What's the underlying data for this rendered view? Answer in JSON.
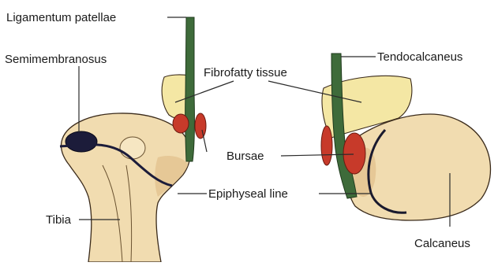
{
  "figure": {
    "labels": {
      "ligamentum_patellae": "Ligamentum patellae",
      "semimembranosus": "Semimembranosus",
      "fibrofatty_tissue": "Fibrofatty tissue",
      "tendocalcaneus": "Tendocalcaneus",
      "bursae": "Bursae",
      "epiphyseal_line": "Epiphyseal line",
      "tibia": "Tibia",
      "calcaneus": "Calcaneus"
    },
    "colors": {
      "bone": "#f1dcb0",
      "bone_shade": "#e6c896",
      "fat_pad": "#f4e7a4",
      "tendon": "#3e6b3a",
      "bursa": "#c73a2a",
      "muscle_tendon_dark": "#1c1c3a",
      "epiphyseal_line": "#1a1a2e",
      "outline": "#3a2a1a"
    }
  }
}
